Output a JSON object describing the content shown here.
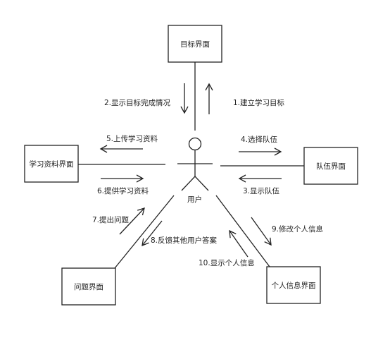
{
  "diagram": {
    "actor_label": "用户",
    "boxes": {
      "goal": "目标界面",
      "study": "学习资料界面",
      "team": "队伍界面",
      "question": "问题界面",
      "profile": "个人信息界面"
    },
    "messages": {
      "m1": "1.建立学习目标",
      "m2": "2.显示目标完成情况",
      "m3": "3.显示队伍",
      "m4": "4.选择队伍",
      "m5": "5.上传学习资料",
      "m6": "6.提供学习资料",
      "m7": "7.提出问题",
      "m8": "8.反馈其他用户答案",
      "m9": "9.修改个人信息",
      "m10": "10.显示个人信息"
    }
  }
}
